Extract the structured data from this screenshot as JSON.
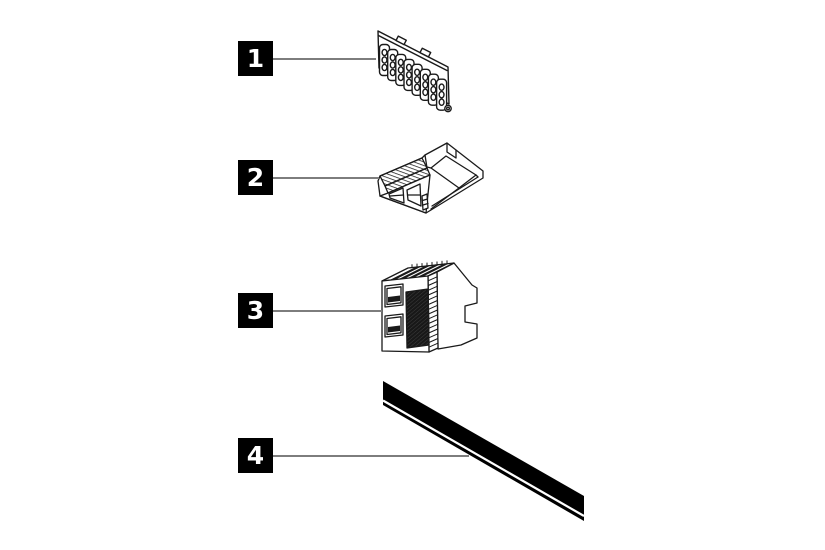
{
  "figure": {
    "background_color": "#ffffff",
    "art_color": "#1a1a1a",
    "leader_line_color": "#7d7d7d",
    "callout_bg_color": "#000000",
    "callout_text_color": "#ffffff",
    "callouts": [
      {
        "label": "1",
        "part": "drive-backplane"
      },
      {
        "label": "2",
        "part": "drive-tray-filler"
      },
      {
        "label": "3",
        "part": "cable-connector-block"
      },
      {
        "label": "4",
        "part": "flat-ribbon-cable"
      }
    ]
  }
}
